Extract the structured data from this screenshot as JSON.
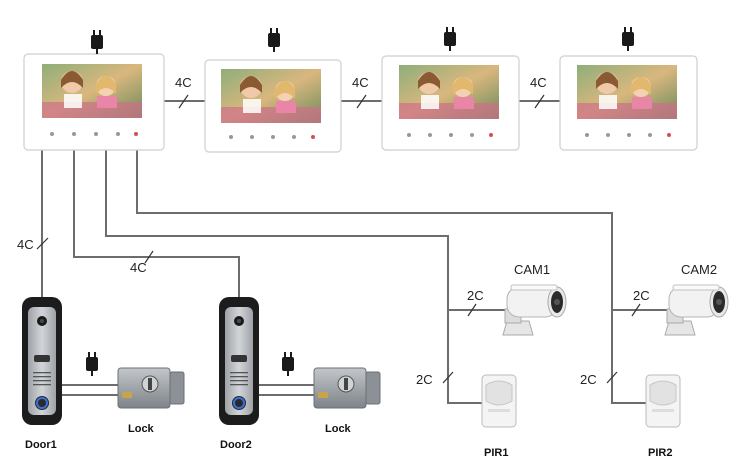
{
  "wire_labels": {
    "m1_m2": "4C",
    "m2_m3": "4C",
    "m3_m4": "4C",
    "door1_link": "4C",
    "door2_link": "4C",
    "cam1_link": "2C",
    "cam2_link": "2C",
    "pir1_link": "2C",
    "pir2_link": "2C"
  },
  "devices": {
    "cam1": "CAM1",
    "cam2": "CAM2",
    "door1": "Door1",
    "door2": "Door2",
    "lock1": "Lock",
    "lock2": "Lock",
    "pir1": "PIR1",
    "pir2": "PIR2"
  },
  "colors": {
    "wire": "#6d6d6d",
    "monitor_frame": "#ffffff",
    "door_station": "#1c1c1c",
    "door_panel": "#b9bcc0",
    "call_button_ring": "#3b6fd8",
    "camera_body": "#f2f2f2",
    "lock_body": "#9aa0a6",
    "pir_body": "#f4f4f4"
  },
  "icons": {
    "power_adapter": "power-adapter-icon",
    "monitor_screen": "family-photo-screen"
  }
}
